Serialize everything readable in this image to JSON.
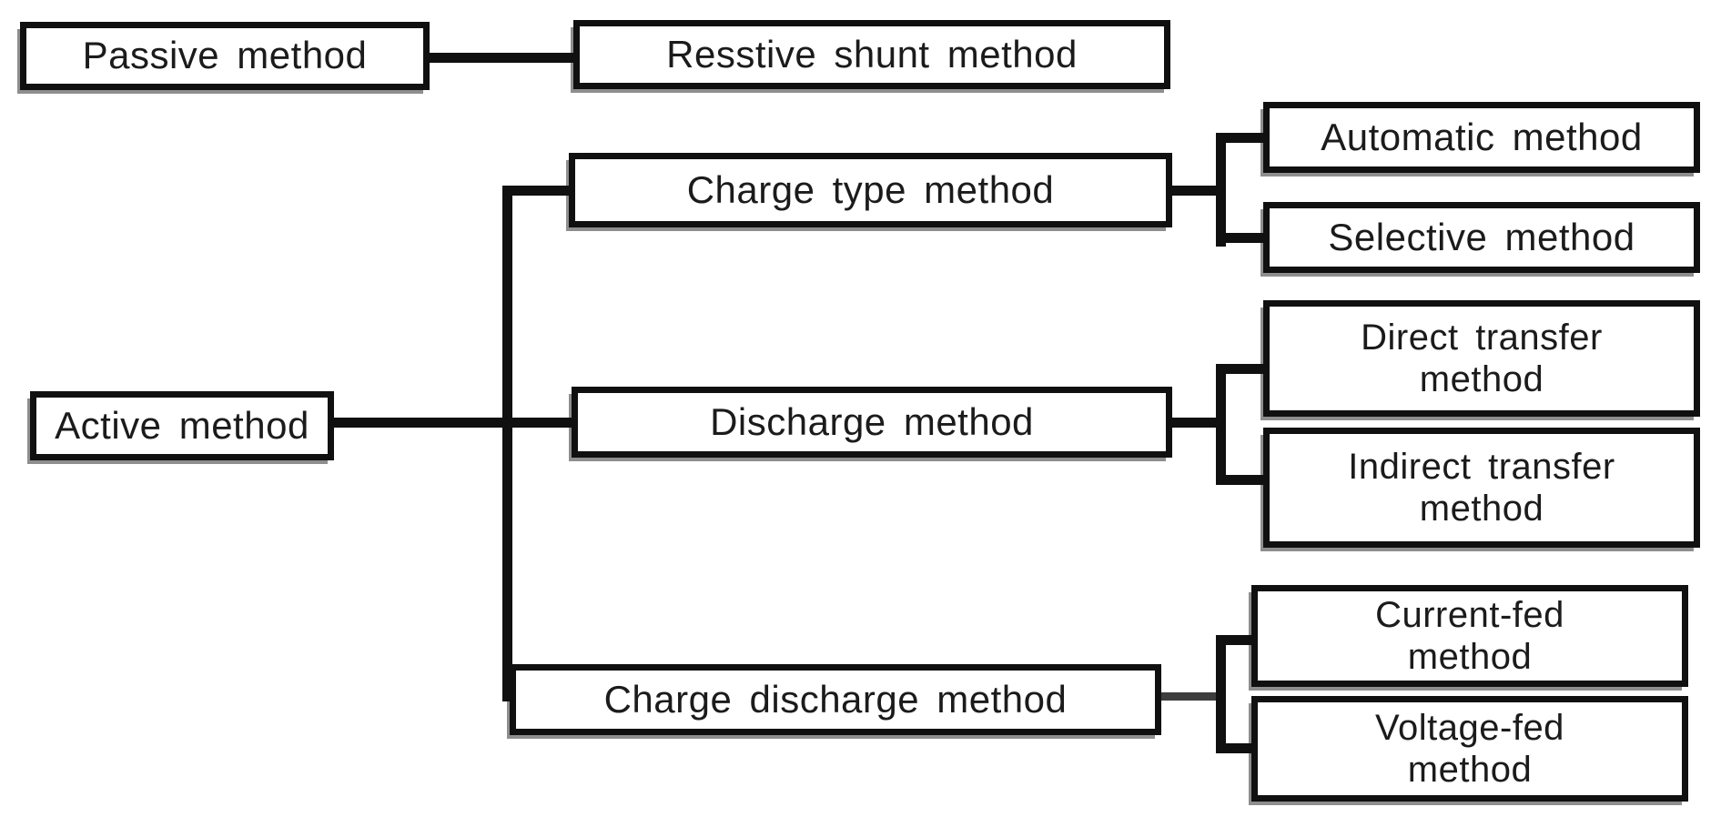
{
  "diagram": {
    "title": "Shunt methods classification flowchart",
    "colors": {
      "background": "#ffffff",
      "box_fill": "#ffffff",
      "box_border": "#101010",
      "text": "#1b1b1b",
      "line": "#101010",
      "shadow": "#8e8e8e"
    },
    "nodes": {
      "passive": {
        "label": "Passive method"
      },
      "resstive_shunt": {
        "label": "Resstive shunt method"
      },
      "active": {
        "label": "Active method"
      },
      "charge_type": {
        "label": "Charge type method"
      },
      "automatic": {
        "label": "Automatic method"
      },
      "selective": {
        "label": "Selective method"
      },
      "discharge": {
        "label": "Discharge method"
      },
      "direct_transfer": {
        "label": "Direct transfer\nmethod"
      },
      "indirect_transfer": {
        "label": "Indirect transfer\nmethod"
      },
      "charge_discharge": {
        "label": "Charge discharge method"
      },
      "current_fed": {
        "label": "Current-fed\nmethod"
      },
      "voltage_fed": {
        "label": "Voltage-fed\nmethod"
      }
    },
    "edges": [
      {
        "from": "Passive method",
        "to": "Resstive shunt method"
      },
      {
        "from": "Active method",
        "to": "Charge type method"
      },
      {
        "from": "Active method",
        "to": "Discharge method"
      },
      {
        "from": "Active method",
        "to": "Charge discharge method"
      },
      {
        "from": "Charge type method",
        "to": "Automatic method"
      },
      {
        "from": "Charge type method",
        "to": "Selective method"
      },
      {
        "from": "Discharge method",
        "to": "Direct transfer method"
      },
      {
        "from": "Discharge method",
        "to": "Indirect transfer method"
      },
      {
        "from": "Charge discharge method",
        "to": "Current-fed method"
      },
      {
        "from": "Charge discharge method",
        "to": "Voltage-fed method"
      }
    ]
  }
}
